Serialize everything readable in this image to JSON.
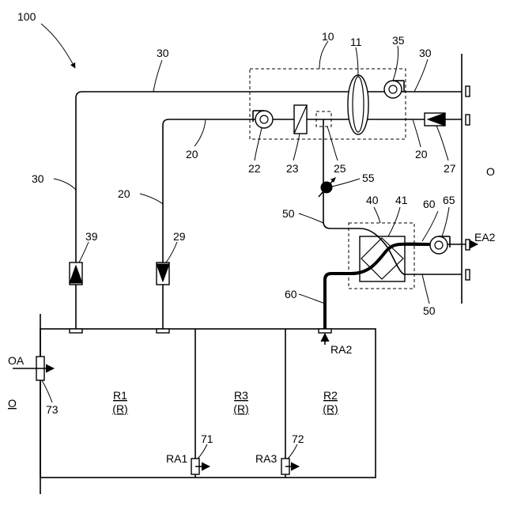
{
  "labels": {
    "fig": "100",
    "unit": "10",
    "fan_return": "11",
    "fan_exhaust": "35",
    "pipe30_top": "30",
    "pipe30_right": "30",
    "pipe30_left": "30",
    "pipe20_mid": "20",
    "pipe20_right": "20",
    "pipe20_left": "20",
    "fan_supply": "22",
    "filter": "23",
    "branch": "25",
    "damper_in": "27",
    "damper_valve": "55",
    "hx_unit": "40",
    "hx": "41",
    "pipe60_top": "60",
    "fan_ea2": "65",
    "pipe50_left": "50",
    "pipe50_right": "50",
    "pipe60_left": "60",
    "valve39": "39",
    "valve29": "29",
    "vent73": "73",
    "vent71": "71",
    "vent72": "72",
    "outside_right": "O",
    "outside_left": "O",
    "oa": "OA",
    "ea2": "EA2",
    "ra1": "RA1",
    "ra2": "RA2",
    "ra3": "RA3"
  },
  "rooms": [
    {
      "name": "R1",
      "sub": "(R)"
    },
    {
      "name": "R3",
      "sub": "(R)"
    },
    {
      "name": "R2",
      "sub": "(R)"
    }
  ]
}
